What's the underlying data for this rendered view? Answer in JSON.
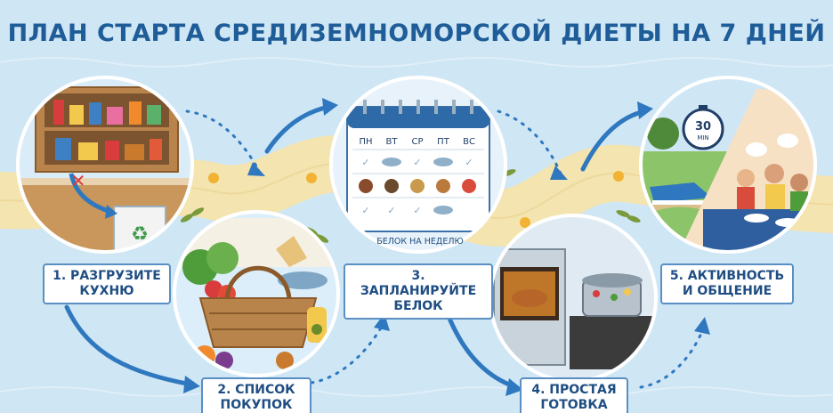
{
  "title": "ПЛАН СТАРТА СРЕДИЗЕМНОМОРСКОЙ ДИЕТЫ НА 7 ДНЕЙ",
  "steps": [
    {
      "line1": "1. РАЗГРУЗИТЕ",
      "line2": "КУХНЮ"
    },
    {
      "line1": "2. СПИСОК",
      "line2": "ПОКУПОК"
    },
    {
      "line1": "3. ЗАПЛАНИРУЙТЕ",
      "line2": "БЕЛОК"
    },
    {
      "line1": "4. ПРОСТАЯ",
      "line2": "ГОТОВКА"
    },
    {
      "line1": "5. АКТИВНОСТЬ",
      "line2": "И ОБЩЕНИЕ"
    }
  ],
  "calendar": {
    "days": [
      "ПН",
      "ВТ",
      "СР",
      "ПТ",
      "ВС"
    ],
    "caption": "БЕЛОК НА НЕДЕЛЮ"
  },
  "timer": {
    "value": "30",
    "unit": "MIN"
  },
  "colors": {
    "title": "#1f5d99",
    "path": "#f3e4b0",
    "arrow": "#2f78bf",
    "label_border": "#5a8fc3",
    "background": "#cfe6f5"
  }
}
